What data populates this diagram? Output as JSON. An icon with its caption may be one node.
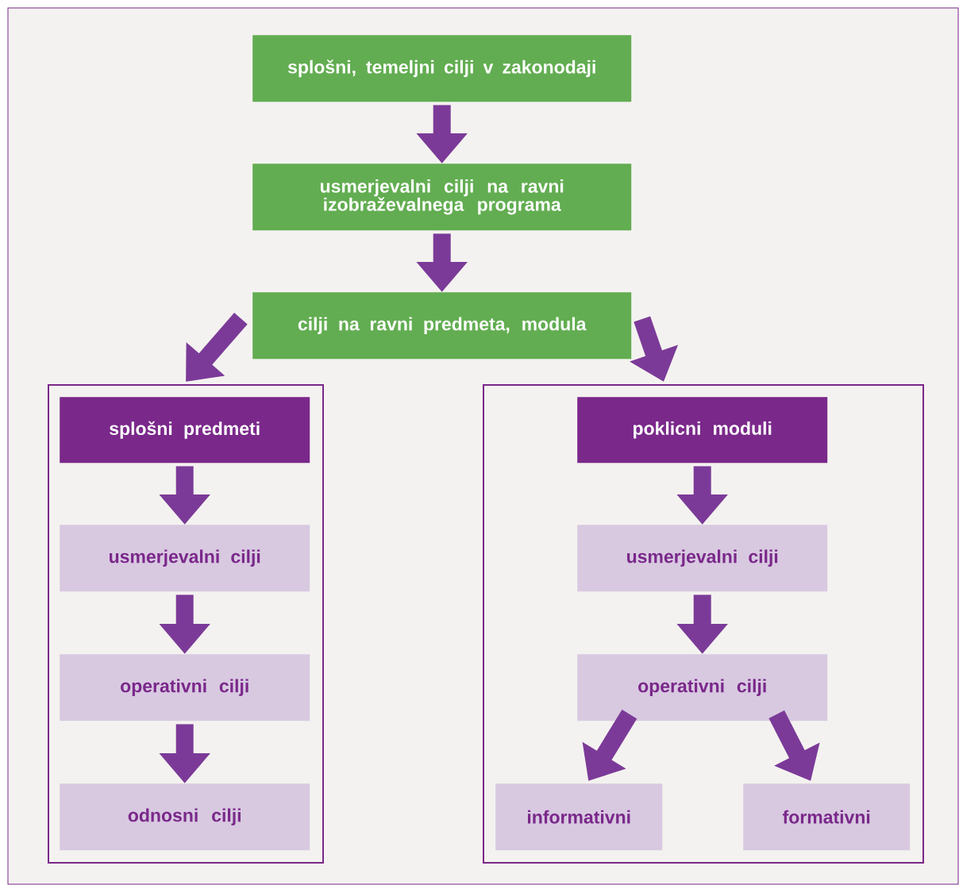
{
  "diagram": {
    "nodes": [
      {
        "text": [
          "splošni, temeljni cilji v zakonodaji"
        ]
      },
      {
        "text": [
          "usmerjevalni cilji na ravni izobraževalnega programa"
        ]
      },
      {
        "text": [
          "cilji na ravni predmeta, modula"
        ]
      },
      {
        "text": [],
        "shape": "box"
      },
      {
        "text": [
          "splošni predmeti"
        ],
        "in": 3
      },
      {
        "text": [
          "usmerjevalni cilji"
        ],
        "in": 3
      },
      {
        "text": [
          "operativni cilji"
        ],
        "in": 3
      },
      {
        "text": [
          "odnosni cilji"
        ],
        "in": 3
      },
      {
        "text": [],
        "shape": "box"
      },
      {
        "text": [
          "poklicni moduli"
        ],
        "in": 8
      },
      {
        "text": [
          "usmerjevalni cilji"
        ],
        "in": 8
      },
      {
        "text": [
          "operativni cilji"
        ],
        "in": 8
      },
      {
        "text": [
          "informativni"
        ],
        "in": 8
      },
      {
        "text": [
          "formativni"
        ],
        "in": 8
      }
    ],
    "edges": [
      {
        "from": 0,
        "to": 1,
        "arrow": "to"
      },
      {
        "from": 1,
        "to": 2,
        "arrow": "to"
      },
      {
        "from": 2,
        "to": 3,
        "arrow": "to"
      },
      {
        "from": 2,
        "to": 8,
        "arrow": "to"
      },
      {
        "from": 4,
        "to": 5,
        "arrow": "to"
      },
      {
        "from": 5,
        "to": 6,
        "arrow": "to"
      },
      {
        "from": 6,
        "to": 7,
        "arrow": "to"
      },
      {
        "from": 9,
        "to": 10,
        "arrow": "to"
      },
      {
        "from": 10,
        "to": 11,
        "arrow": "to"
      },
      {
        "from": 11,
        "to": 12,
        "arrow": "to"
      },
      {
        "from": 11,
        "to": 13,
        "arrow": "to"
      }
    ]
  }
}
